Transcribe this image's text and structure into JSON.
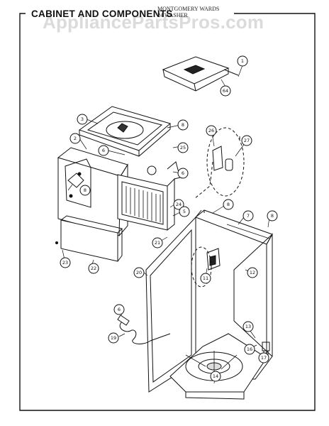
{
  "title": "CABINET AND COMPONENTS",
  "subtitle_line1": "MONTGOMERY WARDS",
  "subtitle_line2": "24 WASHER",
  "watermark": "AppliancePartsPros.com",
  "callouts": [
    {
      "id": "c1",
      "text": "1"
    },
    {
      "id": "c64",
      "text": "64"
    },
    {
      "id": "c3",
      "text": "3"
    },
    {
      "id": "c8a",
      "text": "8"
    },
    {
      "id": "c2",
      "text": "2"
    },
    {
      "id": "c6a",
      "text": "6"
    },
    {
      "id": "c25",
      "text": "25"
    },
    {
      "id": "c8b",
      "text": "8"
    },
    {
      "id": "c6b",
      "text": "6"
    },
    {
      "id": "c26",
      "text": "26"
    },
    {
      "id": "c27",
      "text": "27"
    },
    {
      "id": "c24",
      "text": "24"
    },
    {
      "id": "c5",
      "text": "5"
    },
    {
      "id": "c8c",
      "text": "8"
    },
    {
      "id": "c7",
      "text": "7"
    },
    {
      "id": "c8d",
      "text": "8"
    },
    {
      "id": "c21",
      "text": "21"
    },
    {
      "id": "c23",
      "text": "23"
    },
    {
      "id": "c22",
      "text": "22"
    },
    {
      "id": "c20",
      "text": "20"
    },
    {
      "id": "c11",
      "text": "11"
    },
    {
      "id": "c12",
      "text": "12"
    },
    {
      "id": "c6c",
      "text": "6"
    },
    {
      "id": "c19",
      "text": "19"
    },
    {
      "id": "c13",
      "text": "13"
    },
    {
      "id": "c16",
      "text": "16"
    },
    {
      "id": "c17",
      "text": "17"
    },
    {
      "id": "c14",
      "text": "14"
    }
  ]
}
